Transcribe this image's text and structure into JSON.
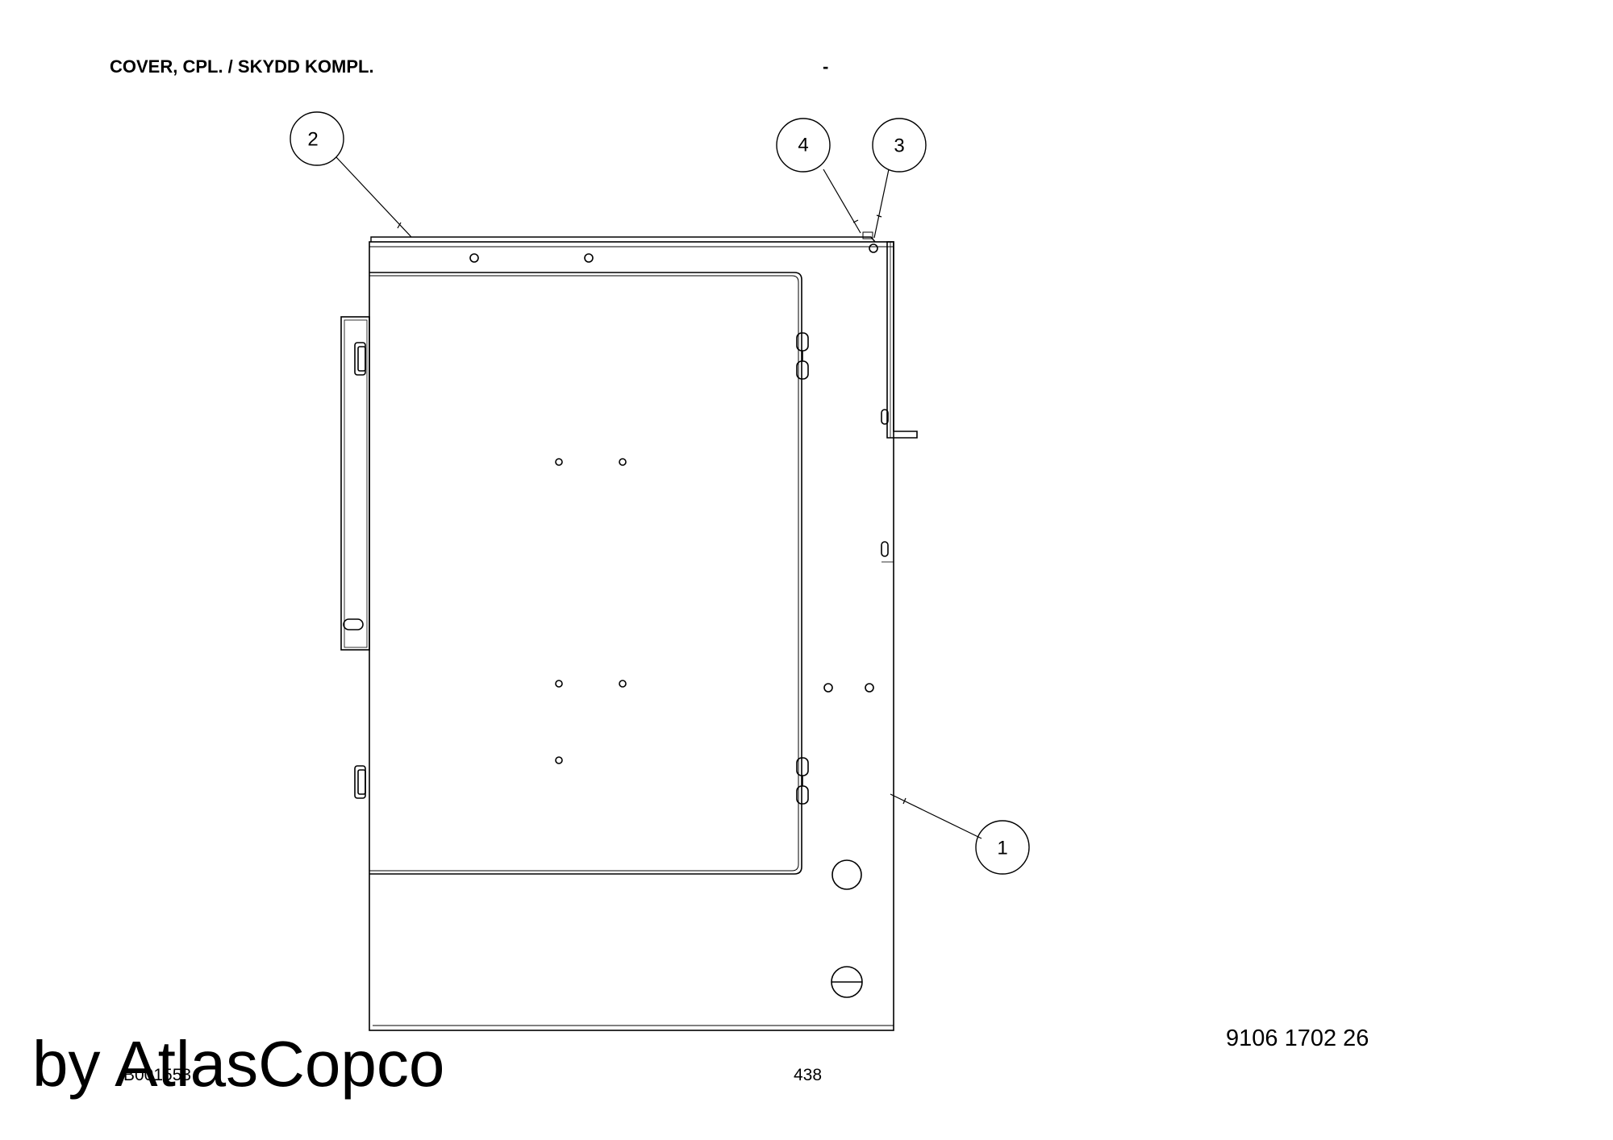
{
  "header": {
    "title": "COVER, CPL. / SKYDD KOMPL.",
    "dash": "-"
  },
  "footer": {
    "drawing_number": "B001553",
    "page_number": "438",
    "part_number": "9106 1702 26",
    "watermark": "by AtlasCopco"
  },
  "callouts": [
    "1",
    "2",
    "3",
    "4"
  ]
}
